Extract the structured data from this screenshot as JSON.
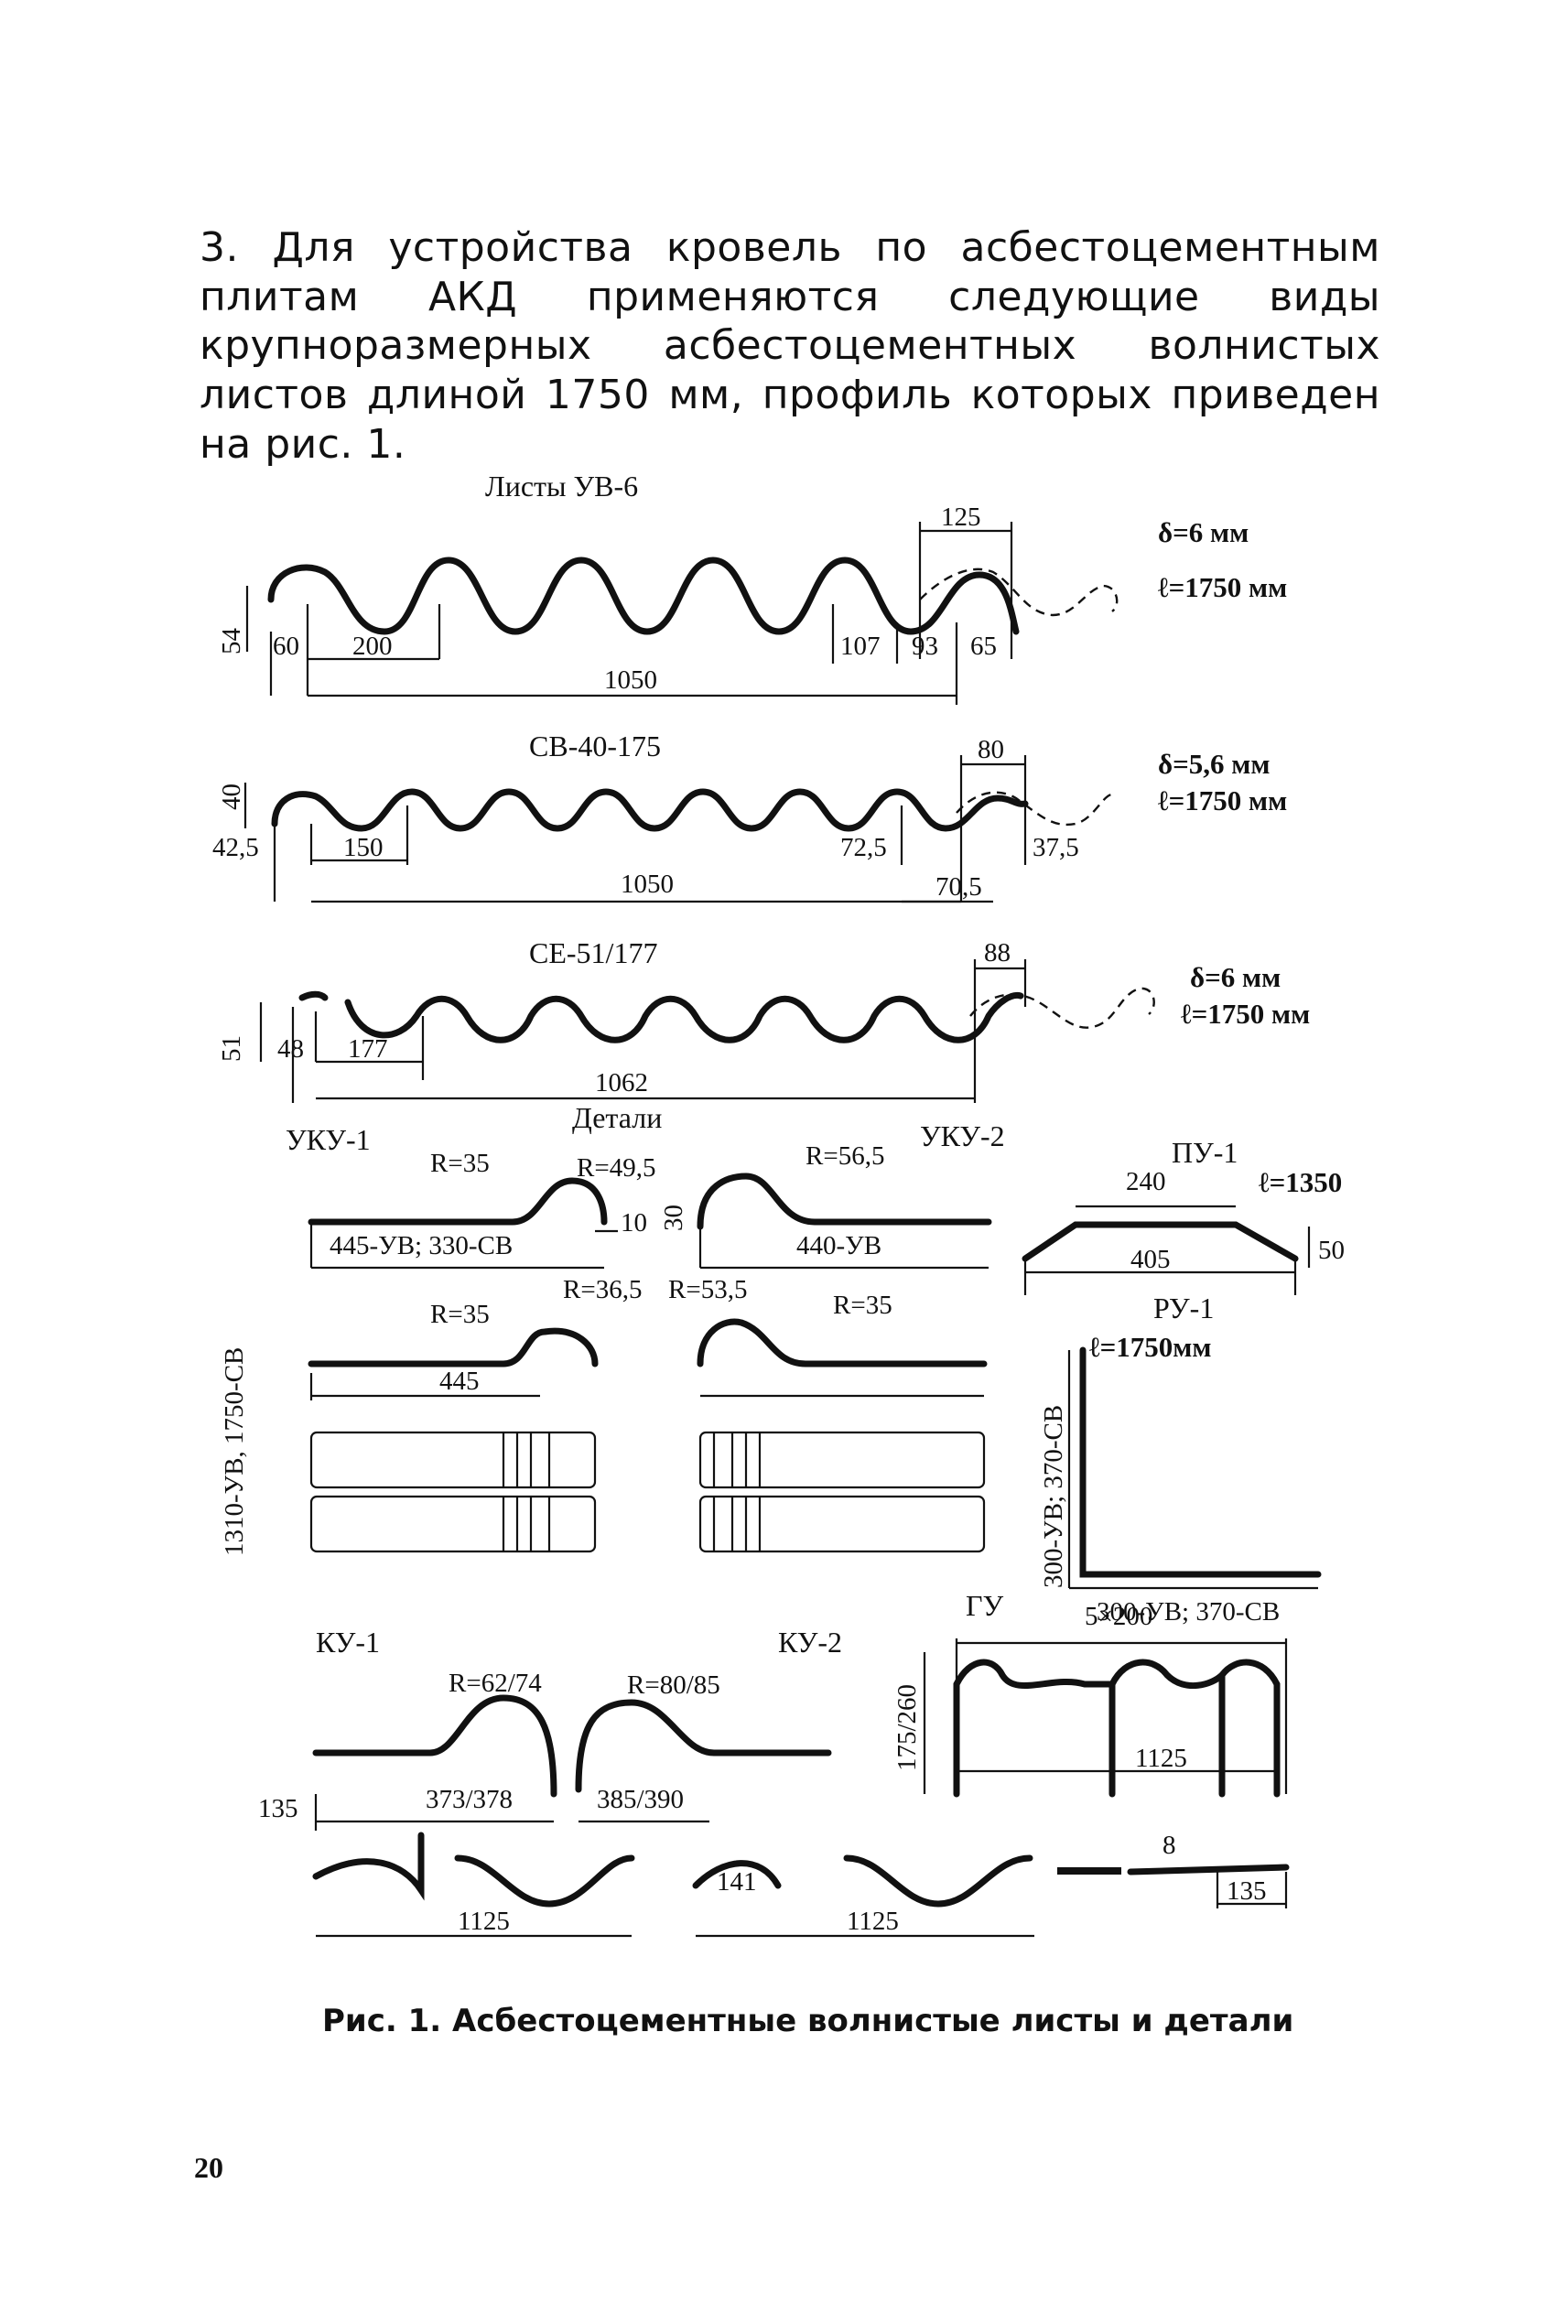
{
  "intro_text": "3. Для устройства кровель по асбестоцементным плитам АКД применяются следующие виды крупноразмерных асбестоцементных волнистых листов длиной 1750 мм, профиль которых приведен на рис. 1.",
  "figure": {
    "uv6": {
      "title": "Листы УВ-6",
      "overlap": "125",
      "dim_h": "54",
      "dim_edge": "60",
      "dim_pitch": "200",
      "dim_a": "107",
      "dim_b": "93",
      "dim_c": "65",
      "dim_total": "1050",
      "thickness": "δ=6 мм",
      "length": "ℓ=1750 мм"
    },
    "sv40": {
      "title": "СВ-40-175",
      "overlap": "80",
      "dim_h": "40",
      "dim_edge": "42,5",
      "dim_pitch": "150",
      "dim_a": "72,5",
      "dim_b": "70,5",
      "dim_c": "37,5",
      "dim_total": "1050",
      "thickness": "δ=5,6 мм",
      "length": "ℓ=1750 мм"
    },
    "se51": {
      "title": "СЕ-51/177",
      "overlap": "88",
      "dim_h": "51",
      "dim_edge": "48",
      "dim_pitch": "177",
      "dim_total": "1062",
      "thickness": "δ=6 мм",
      "length": "ℓ=1750 мм"
    },
    "details": {
      "heading": "Детали",
      "uku1": {
        "label": "УКУ-1",
        "r1": "R=35",
        "r2": "R=49,5",
        "dim10": "10",
        "width": "445-УВ; 330-СВ",
        "r3": "R=35",
        "r4": "R=36,5",
        "width2": "445",
        "side": "1310-УВ, 1750-СВ"
      },
      "uku2": {
        "label": "УКУ-2",
        "r1": "R=56,5",
        "dim30": "30",
        "width": "440-УВ",
        "r2": "R=53,5",
        "r3": "R=35"
      },
      "pu1": {
        "label": "ПУ-1",
        "length": "ℓ=1350",
        "top": "240",
        "bottom": "405",
        "height": "50"
      },
      "ru1": {
        "label": "РУ-1",
        "length": "ℓ=1750мм",
        "vert": "300-УВ; 370-СВ",
        "horiz": "300-УВ; 370-СВ"
      },
      "ku1": {
        "label": "КУ-1",
        "r": "R=62/74",
        "width": "373/378",
        "dim": "135",
        "bottom": "1125"
      },
      "ku2": {
        "label": "КУ-2",
        "r": "R=80/85",
        "width": "385/390",
        "dim": "141",
        "bottom": "1125"
      },
      "gu": {
        "label": "ГУ",
        "top": "5×200",
        "height": "175/260",
        "width": "1125",
        "thick": "8",
        "side": "135"
      }
    },
    "caption": "Рис. 1. Асбестоцементные волнистые листы и детали"
  },
  "page_number": "20"
}
